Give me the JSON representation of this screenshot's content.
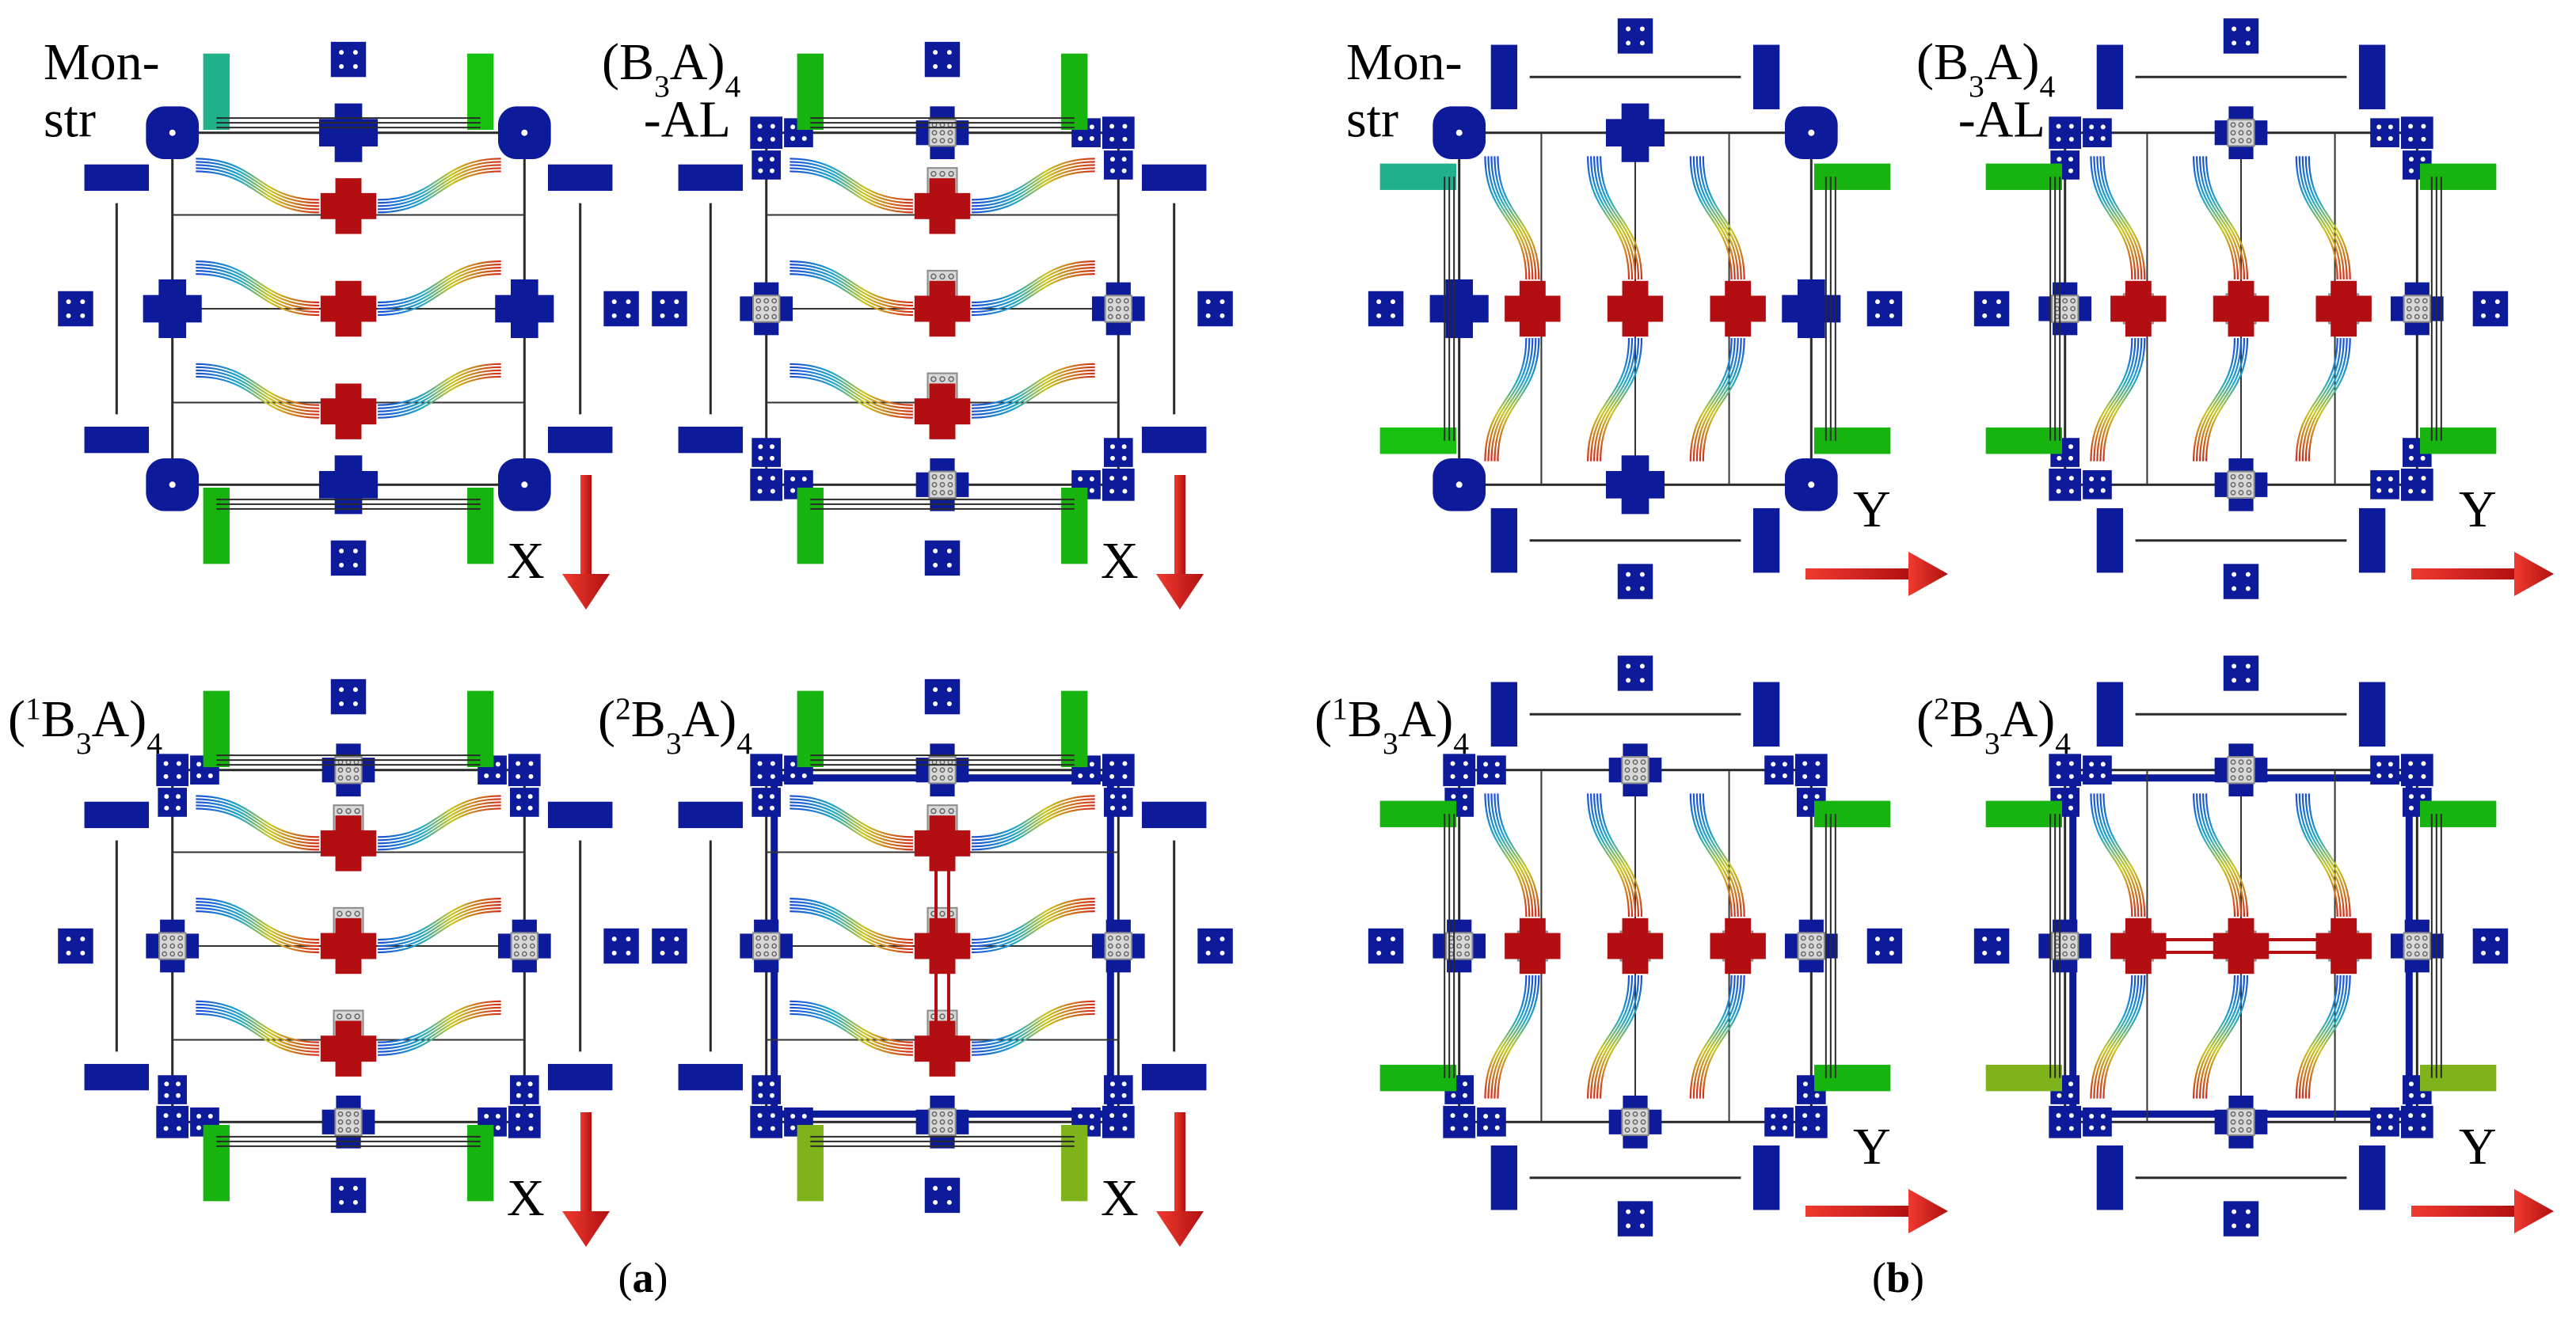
{
  "figure": {
    "panel_a": {
      "label_open": "(",
      "label_letter": "a",
      "label_close": ")",
      "direction_label": "X",
      "diagrams": [
        {
          "name": "monstr",
          "caption_lines": [
            "Mon-",
            "str"
          ],
          "variant": "mono",
          "corner_colors": [
            "#20b08a",
            "#17c10f",
            "#17b30f",
            "#17b30f"
          ]
        },
        {
          "name": "b3a4-al",
          "caption_main": "(B",
          "caption_sub": "3",
          "caption_mid": "A)",
          "caption_sub2": "4",
          "caption_line2": "-AL",
          "variant": "al",
          "corner_colors": [
            "#17b30f",
            "#17b30f",
            "#17b30f",
            "#17b30f"
          ]
        },
        {
          "name": "1b3a4",
          "caption_pre": "(",
          "caption_sup": "1",
          "caption_main": "B",
          "caption_sub": "3",
          "caption_mid": "A)",
          "caption_sub2": "4",
          "variant": "one",
          "corner_colors": [
            "#17b30f",
            "#17b30f",
            "#17b30f",
            "#17b30f"
          ]
        },
        {
          "name": "2b3a4",
          "caption_pre": "(",
          "caption_sup": "2",
          "caption_main": "B",
          "caption_sub": "3",
          "caption_mid": "A)",
          "caption_sub2": "4",
          "variant": "two",
          "corner_colors": [
            "#17b30f",
            "#17b30f",
            "#7fb31a",
            "#7fb31a"
          ]
        }
      ]
    },
    "panel_b": {
      "label_open": "(",
      "label_letter": "b",
      "label_close": ")",
      "direction_label": "Y",
      "diagrams": [
        {
          "name": "monstr",
          "caption_lines": [
            "Mon-",
            "str"
          ],
          "variant": "mono",
          "corner_colors": [
            "#20b08a",
            "#17c10f",
            "#17b30f",
            "#17b30f"
          ]
        },
        {
          "name": "b3a4-al",
          "caption_main": "(B",
          "caption_sub": "3",
          "caption_mid": "A)",
          "caption_sub2": "4",
          "caption_line2": "-AL",
          "variant": "al",
          "corner_colors": [
            "#17b30f",
            "#17b30f",
            "#17b30f",
            "#17b30f"
          ]
        },
        {
          "name": "1b3a4",
          "caption_pre": "(",
          "caption_sup": "1",
          "caption_main": "B",
          "caption_sub": "3",
          "caption_mid": "A)",
          "caption_sub2": "4",
          "variant": "one",
          "corner_colors": [
            "#17b30f",
            "#17b30f",
            "#17b30f",
            "#17b30f"
          ]
        },
        {
          "name": "2b3a4",
          "caption_pre": "(",
          "caption_sup": "2",
          "caption_main": "B",
          "caption_sub": "3",
          "caption_mid": "A)",
          "caption_sub2": "4",
          "variant": "two",
          "corner_colors": [
            "#17b30f",
            "#7fb31a",
            "#17b30f",
            "#7fb31a"
          ]
        }
      ]
    },
    "colors": {
      "frame_blue": "#0d1a9a",
      "center_red": "#b30f12",
      "arrow_red": "#e0201e",
      "green": "#17b30f",
      "teal": "#20b08a",
      "grey_node": "#c8c8c8"
    }
  }
}
